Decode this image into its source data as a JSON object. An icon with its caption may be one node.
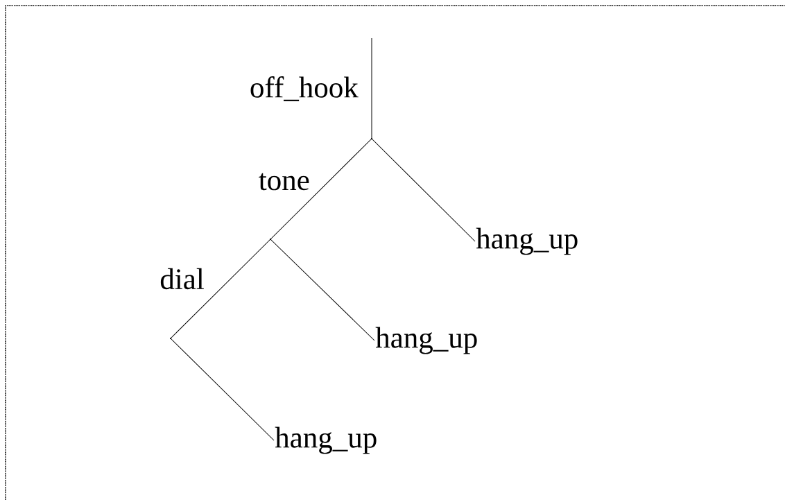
{
  "diagram": {
    "nodes": [
      {
        "text": [],
        "shape": "point"
      },
      {
        "text": [],
        "shape": "point"
      },
      {
        "text": [],
        "shape": "point"
      },
      {
        "text": [
          "hang_up"
        ]
      },
      {
        "text": [
          "hang_up"
        ]
      },
      {
        "text": [
          "hang_up"
        ]
      }
    ],
    "edges": [
      {
        "from": null,
        "to": 0,
        "arrow": "none",
        "label": "off_hook"
      },
      {
        "from": 0,
        "to": 1,
        "arrow": "none",
        "label": "tone"
      },
      {
        "from": 0,
        "to": 3,
        "arrow": "none"
      },
      {
        "from": 1,
        "to": 2,
        "arrow": "none",
        "label": "dial"
      },
      {
        "from": 1,
        "to": 4,
        "arrow": "none"
      },
      {
        "from": 2,
        "to": 5,
        "arrow": "none"
      }
    ]
  }
}
